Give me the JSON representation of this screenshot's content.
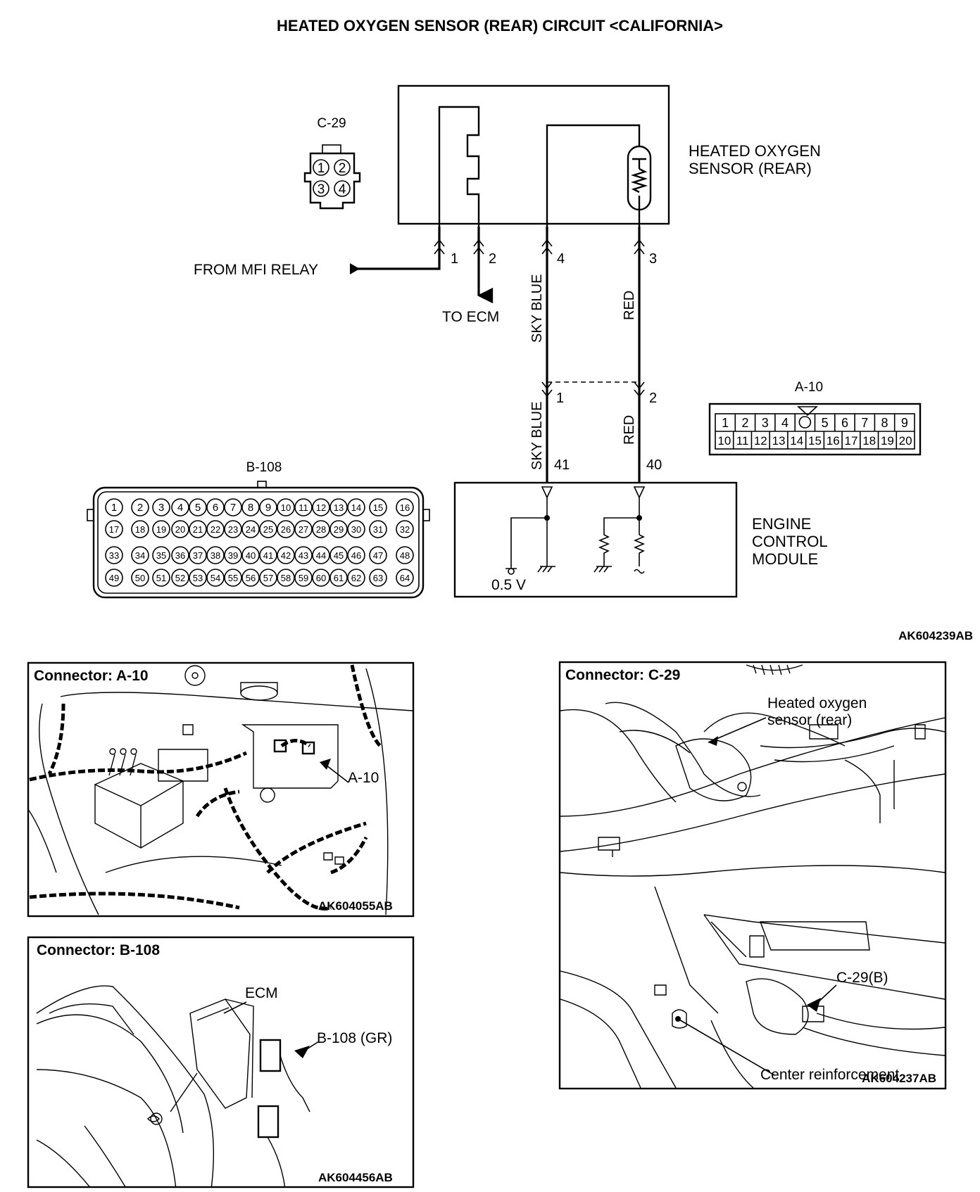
{
  "title": "HEATED OXYGEN SENSOR (REAR) CIRCUIT <CALIFORNIA>",
  "figure_id_main": "AK604239AB",
  "connectors": {
    "c29": {
      "label": "C-29",
      "pins": [
        "1",
        "2",
        "3",
        "4"
      ]
    },
    "a10": {
      "label": "A-10",
      "row1": [
        "1",
        "2",
        "3",
        "4",
        "",
        "5",
        "6",
        "7",
        "8",
        "9"
      ],
      "row2": [
        "10",
        "11",
        "12",
        "13",
        "14",
        "15",
        "16",
        "17",
        "18",
        "19",
        "20"
      ]
    },
    "b108": {
      "label": "B-108",
      "rows": [
        [
          "1",
          "2",
          "3",
          "4",
          "5",
          "6",
          "7",
          "8",
          "9",
          "10",
          "11",
          "12",
          "13",
          "14",
          "15",
          "16"
        ],
        [
          "17",
          "18",
          "19",
          "20",
          "21",
          "22",
          "23",
          "24",
          "25",
          "26",
          "27",
          "28",
          "29",
          "30",
          "31",
          "32"
        ],
        [
          "33",
          "34",
          "35",
          "36",
          "37",
          "38",
          "39",
          "40",
          "41",
          "42",
          "43",
          "44",
          "45",
          "46",
          "47",
          "48"
        ],
        [
          "49",
          "50",
          "51",
          "52",
          "53",
          "54",
          "55",
          "56",
          "57",
          "58",
          "59",
          "60",
          "61",
          "62",
          "63",
          "64"
        ]
      ]
    }
  },
  "sensor": {
    "label_line1": "HEATED OXYGEN",
    "label_line2": "SENSOR (REAR)"
  },
  "ecm": {
    "label_line1": "ENGINE",
    "label_line2": "CONTROL",
    "label_line3": "MODULE",
    "voltage": "0.5 V"
  },
  "wiring": {
    "from_relay": "FROM MFI RELAY",
    "to_ecm": "TO ECM",
    "sensor_pins": [
      "1",
      "2",
      "4",
      "3"
    ],
    "wire_left_color": "SKY BLUE",
    "wire_right_color": "RED",
    "joint_pins": [
      "1",
      "2"
    ],
    "ecm_pins": [
      "41",
      "40"
    ]
  },
  "panels": {
    "a10": {
      "title": "Connector: A-10",
      "callout": "A-10",
      "figure_id": "AK604055AB"
    },
    "b108": {
      "title": "Connector: B-108",
      "callout_ecm": "ECM",
      "callout_conn": "B-108 (GR)",
      "figure_id": "AK604456AB"
    },
    "c29": {
      "title": "Connector: C-29",
      "callout_sensor_1": "Heated oxygen",
      "callout_sensor_2": "sensor (rear)",
      "callout_conn": "C-29(B)",
      "callout_reinf": "Center reinforcement",
      "figure_id": "AK604237AB"
    }
  }
}
